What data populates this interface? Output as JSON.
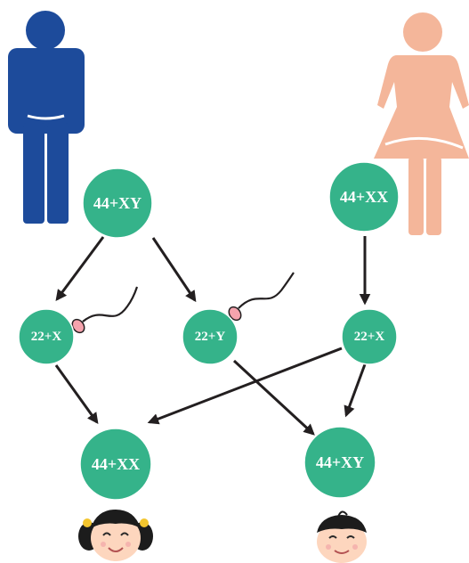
{
  "colors": {
    "node_fill": "#35b38a",
    "node_text": "#ffffff",
    "male_figure": "#1d4b9b",
    "female_figure": "#f4b69a",
    "arrow": "#231f20",
    "sperm_head": "#f5a3ad"
  },
  "icons": {
    "male": "male-figure-icon",
    "female": "female-figure-icon",
    "girl": "girl-face-icon",
    "boy": "boy-face-icon",
    "sperm": "sperm-icon"
  },
  "nodes": {
    "father": "44+XY",
    "mother": "44+XX",
    "sperm_x": "22+X",
    "sperm_y": "22+Y",
    "egg_x": "22+X",
    "daughter": "44+XX",
    "son": "44+XY"
  }
}
